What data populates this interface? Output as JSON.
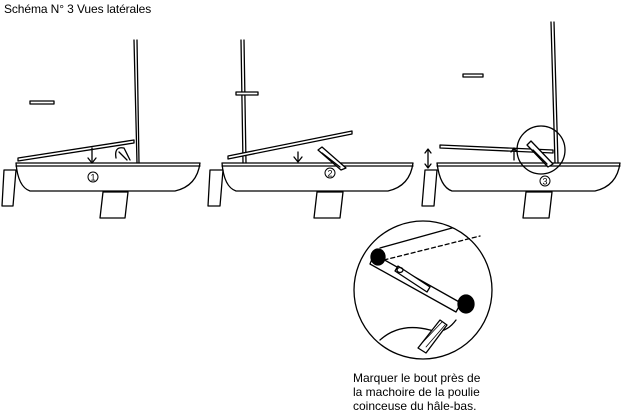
{
  "title": "Schéma N° 3 Vues latérales",
  "views": [
    {
      "label": "1"
    },
    {
      "label": "2"
    },
    {
      "label": "3"
    }
  ],
  "caption": {
    "line1": "Marquer le bout près de",
    "line2": "la machoire de la poulie",
    "line3": "coinceuse du hâle-bas."
  }
}
